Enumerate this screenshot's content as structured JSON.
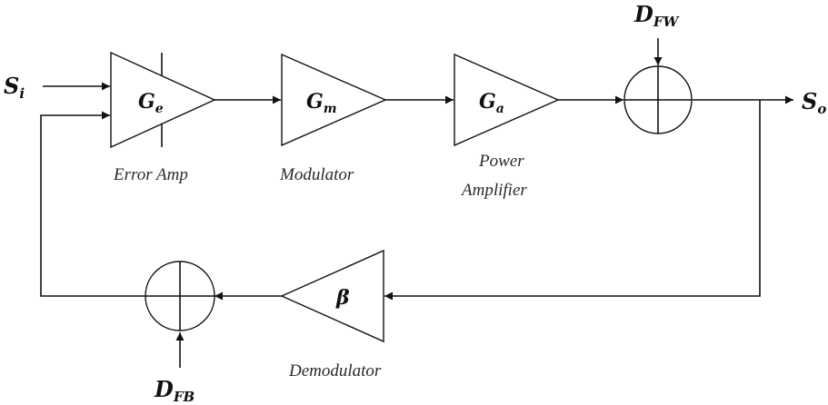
{
  "colors": {
    "line": "#111111",
    "background": "#ffffff",
    "caption": "#2a2a2a"
  },
  "signals": {
    "input": {
      "base": "S",
      "sub": "i"
    },
    "output": {
      "base": "S",
      "sub": "o"
    },
    "forward_disturbance": {
      "base": "D",
      "sub": "FW"
    },
    "feedback_disturbance": {
      "base": "D",
      "sub": "FB"
    }
  },
  "blocks": {
    "error_amp": {
      "base": "G",
      "sub": "e",
      "caption": "Error Amp"
    },
    "modulator": {
      "base": "G",
      "sub": "m",
      "caption": "Modulator"
    },
    "power_amp": {
      "base": "G",
      "sub": "a",
      "caption_line1": "Power",
      "caption_line2": "Amplifier"
    },
    "demodulator": {
      "symbol": "β",
      "caption": "Demodulator"
    }
  },
  "summing_junctions": {
    "forward": {
      "icon": "summing-junction-icon"
    },
    "feedback": {
      "icon": "summing-junction-icon"
    }
  }
}
